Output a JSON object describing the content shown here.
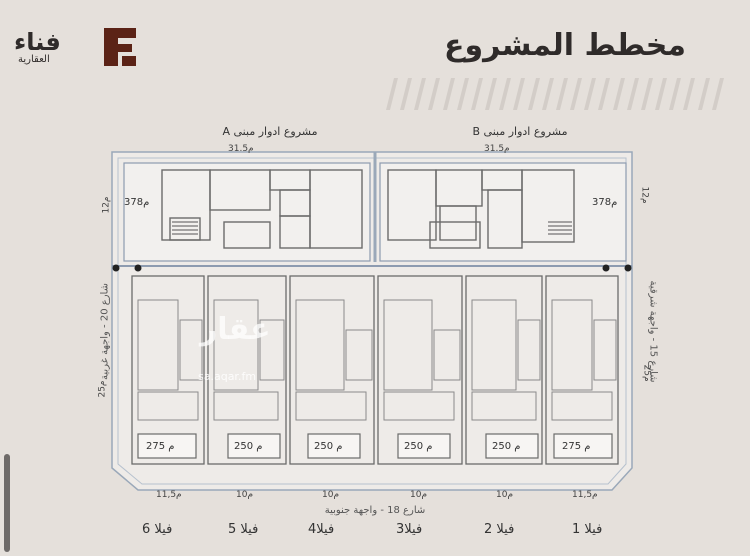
{
  "header": {
    "title": "مخطط المشروع",
    "logo_name": "فناء",
    "logo_subtitle": "العقارية"
  },
  "plan": {
    "building_a": "مشروع ادوار مبنى A",
    "building_b": "مشروع ادوار مبنى B",
    "width_a": "م31.5",
    "width_b": "م31.5",
    "depth_a": "م12",
    "depth_b": "م12",
    "area_a": "378م",
    "area_b": "378م",
    "street_west": "شارع 20 - واجهة غربية",
    "street_east": "شارع 15 - واجهة شرقية",
    "street_south": "شارع 18 - واجهة جنوبية",
    "villa_depth_west": "م25",
    "villa_depth_east": "م25",
    "watermark": "عقار",
    "watermark_url": "sa.aqar.fm",
    "villas": [
      {
        "label": "فيلا 6",
        "area": "275 م",
        "width": "م11,5"
      },
      {
        "label": "فيلا 5",
        "area": "250 م",
        "width": "م10"
      },
      {
        "label": "فيلا4",
        "area": "250 م",
        "width": "م10"
      },
      {
        "label": "فيلا3",
        "area": "250 م",
        "width": "م10"
      },
      {
        "label": "فيلا 2",
        "area": "250 م",
        "width": "م10"
      },
      {
        "label": "فيلا 1",
        "area": "275 م",
        "width": "م11,5"
      }
    ]
  }
}
